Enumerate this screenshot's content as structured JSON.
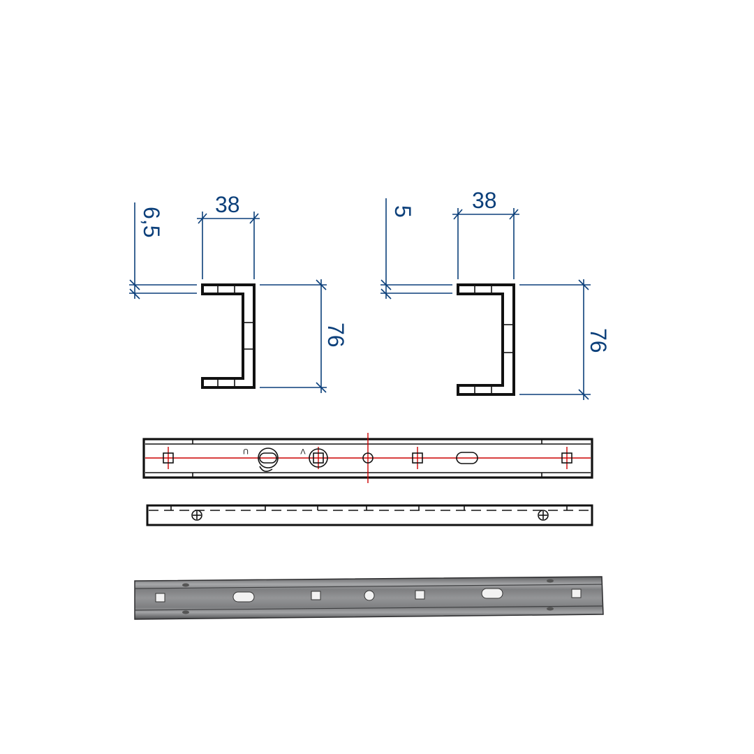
{
  "profile_left": {
    "thickness_label": "6,5",
    "width_label": "38",
    "height_label": "76"
  },
  "profile_right": {
    "thickness_label": "5",
    "width_label": "38",
    "height_label": "76"
  },
  "top_view": {
    "mark_left": "U",
    "mark_right": "V"
  },
  "colors": {
    "dimension": "#0b3f7a",
    "outline": "#111111",
    "centerline": "#cc0000",
    "rail_body": "#8e8f91"
  }
}
